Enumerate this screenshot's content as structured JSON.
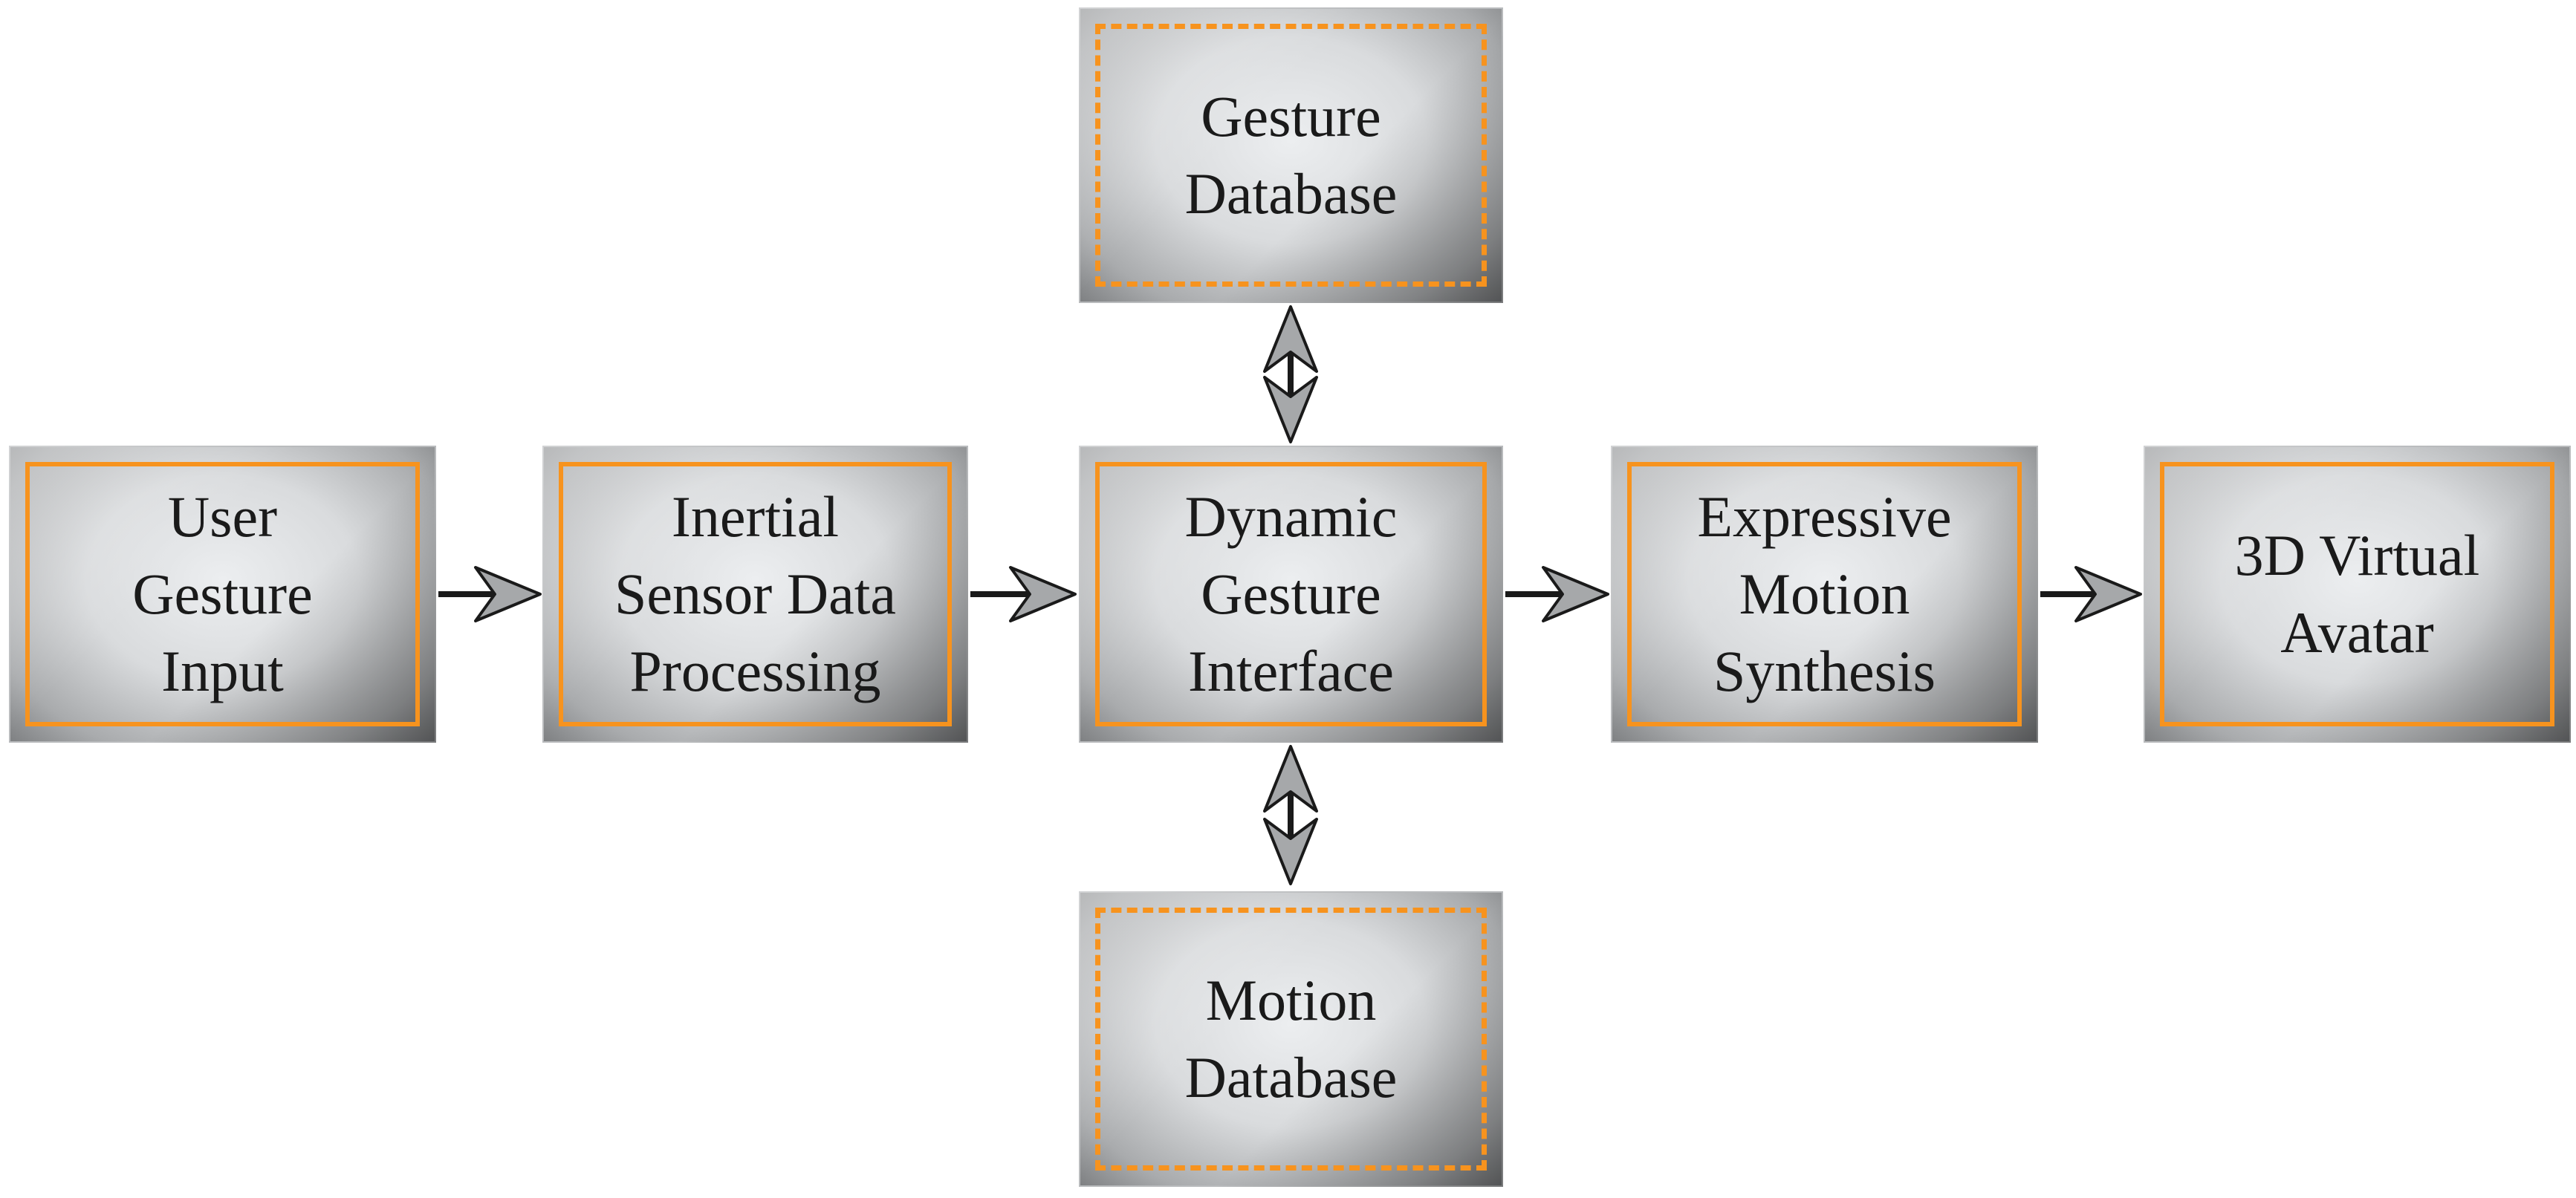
{
  "nodes": {
    "user_gesture_input": "User\nGesture\nInput",
    "inertial_sensor_data_processing": "Inertial\nSensor Data\nProcessing",
    "dynamic_gesture_interface": "Dynamic\nGesture\nInterface",
    "expressive_motion_synthesis": "Expressive\nMotion\nSynthesis",
    "virtual_avatar": "3D Virtual\nAvatar",
    "gesture_database": "Gesture\nDatabase",
    "motion_database": "Motion\nDatabase"
  },
  "colors": {
    "frame_accent": "#f7931e",
    "arrow_fill": "#a6a8aa",
    "arrow_stroke": "#1a1a1a"
  }
}
